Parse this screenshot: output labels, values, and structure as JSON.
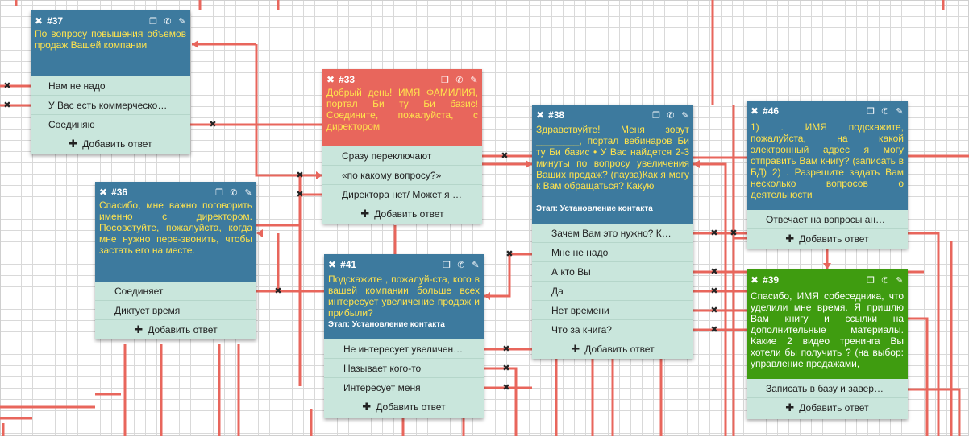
{
  "icons": {
    "close": "close-icon",
    "copy": "copy-icon",
    "phone": "phone-icon",
    "edit": "pencil-icon"
  },
  "add_answer_label": "Добавить ответ",
  "colors": {
    "blue": "#3d7a9e",
    "red": "#e8665c",
    "green": "#3f9c10",
    "answers_bg": "#c9e6dc",
    "connector": "#e8665c"
  },
  "cards": {
    "c37": {
      "id": "#37",
      "text": "По вопросу повышения объемов продаж Вашей компании",
      "answers": [
        "Нам не надо",
        "У Вас есть коммерческо…",
        "Соединяю"
      ]
    },
    "c33": {
      "id": "#33",
      "text": "Добрый день! ИМЯ ФАМИЛИЯ, портал Би ту Би базис! Соедините, пожалуйста, с директором",
      "answers": [
        "Сразу переключают",
        "«по какому вопросу?»",
        "Директора нет/ Может я …"
      ]
    },
    "c38": {
      "id": "#38",
      "text": "Здравствуйте! Меня зовут ________, портал вебинаров Би ту Би базис • У Вас найдется 2-3 минуты по вопросу увеличения Ваших продаж? (пауза)Как я могу к Вам обращаться? Какую",
      "stage": "Этап: Установление контакта",
      "answers": [
        "Зачем Вам это нужно? К…",
        "Мне не надо",
        "А кто Вы",
        "Да",
        "Нет времени",
        "Что за книга?"
      ]
    },
    "c46": {
      "id": "#46",
      "text": "1) . ИМЯ подскажите, пожалуйста, на какой электронный адрес я могу отправить Вам книгу? (записать в БД) 2) . Разрешите задать Вам несколько вопросов о деятельности",
      "answers": [
        "Отвечает на вопросы ан…"
      ]
    },
    "c36": {
      "id": "#36",
      "text": "Спасибо, мне важно поговорить именно с директором. Посоветуйте, пожалуйста, когда мне нужно пере-звонить, чтобы застать его на месте.",
      "answers": [
        "Соединяет",
        "Диктует время"
      ]
    },
    "c41": {
      "id": "#41",
      "text": "Подскажите , пожалуй-ста, кого в вашей компании больше всех интересует увеличение продаж и прибыли?",
      "stage": "Этап: Установление контакта",
      "answers": [
        "Не интересует увеличен…",
        "Называет кого-то",
        "Интересует меня"
      ]
    },
    "c39": {
      "id": "#39",
      "text": "Спасибо, ИМЯ собеседника, что уделили мне время. Я пришлю Вам книгу и ссылки на дополнительные материалы. Какие 2 видео тренинга Вы хотели бы получить ? (на выбор: управление продажами,",
      "answers": [
        "Записать в базу и завер…"
      ]
    }
  }
}
